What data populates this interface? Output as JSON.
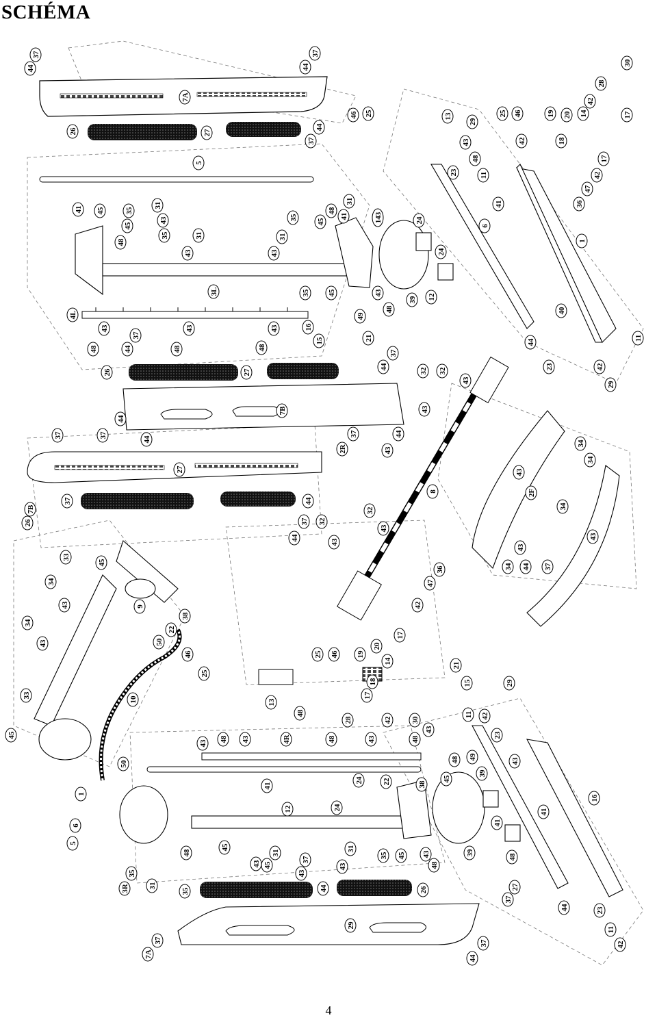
{
  "title": "SCHÉMA",
  "page_number": "4",
  "callouts": [
    "37",
    "44",
    "37",
    "44",
    "30",
    "28",
    "42",
    "17",
    "19",
    "20",
    "14",
    "25",
    "46",
    "13",
    "29",
    "25",
    "46",
    "42",
    "18",
    "17",
    "42",
    "47",
    "36",
    "11",
    "23",
    "43",
    "48",
    "41",
    "1",
    "6",
    "26",
    "27",
    "44",
    "37",
    "7A",
    "5",
    "41",
    "45",
    "35",
    "31",
    "43",
    "48",
    "45",
    "35",
    "35",
    "31",
    "43",
    "31",
    "43",
    "48",
    "45",
    "41",
    "31",
    "143",
    "24",
    "24",
    "12",
    "39",
    "43",
    "48",
    "45",
    "35",
    "3L",
    "4L",
    "43",
    "37",
    "48",
    "44",
    "48",
    "43",
    "48",
    "43",
    "16",
    "49",
    "15",
    "21",
    "40",
    "23",
    "11",
    "42",
    "29",
    "37",
    "44",
    "32",
    "32",
    "43",
    "43",
    "26",
    "27",
    "7B",
    "44",
    "37",
    "37",
    "44",
    "37",
    "44",
    "2R",
    "43",
    "43",
    "34",
    "34",
    "2F",
    "34",
    "43",
    "43",
    "34",
    "44",
    "37",
    "7B",
    "26",
    "27",
    "37",
    "44",
    "44",
    "37",
    "32",
    "32",
    "43",
    "43",
    "8",
    "33",
    "45",
    "34",
    "43",
    "34",
    "43",
    "9",
    "36",
    "47",
    "42",
    "17",
    "38",
    "22",
    "50",
    "46",
    "25",
    "13",
    "25",
    "46",
    "19",
    "20",
    "14",
    "21",
    "18",
    "15",
    "17",
    "48",
    "28",
    "42",
    "30",
    "29",
    "42",
    "11",
    "23",
    "33",
    "45",
    "10",
    "43",
    "48",
    "43",
    "4R",
    "48",
    "43",
    "48",
    "43",
    "48",
    "49",
    "43",
    "16",
    "41",
    "41",
    "1",
    "6",
    "5",
    "50",
    "22",
    "38",
    "45",
    "41",
    "48",
    "39",
    "12",
    "24",
    "24",
    "3R",
    "35",
    "45",
    "31",
    "43",
    "37",
    "43",
    "31",
    "43",
    "35",
    "45",
    "43",
    "48",
    "39",
    "31",
    "35",
    "48",
    "45",
    "44",
    "26",
    "27",
    "37",
    "44",
    "23",
    "11",
    "42",
    "29",
    "7A",
    "37",
    "44",
    "37",
    "44"
  ]
}
